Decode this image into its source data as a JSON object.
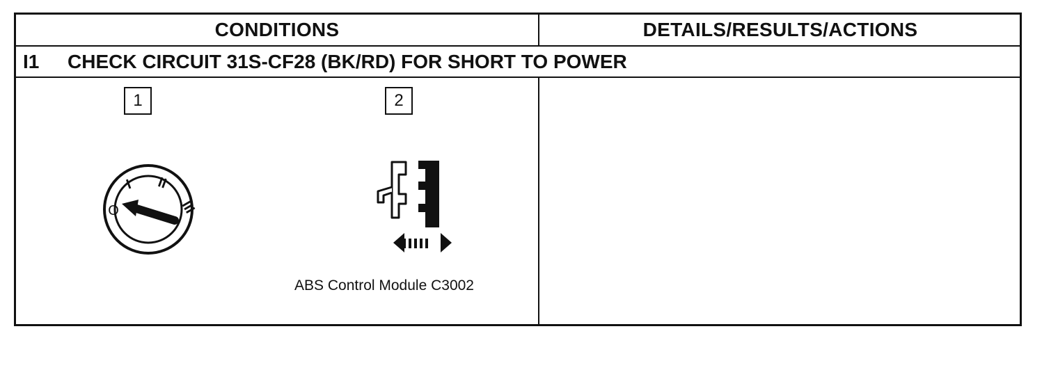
{
  "header": {
    "conditions": "CONDITIONS",
    "details": "DETAILS/RESULTS/ACTIONS"
  },
  "step": {
    "id": "I1",
    "title": "CHECK CIRCUIT 31S-CF28 (BK/RD) FOR SHORT TO POWER"
  },
  "conditions": {
    "items": [
      {
        "number": "1",
        "icon": "ignition-switch-off-icon"
      },
      {
        "number": "2",
        "icon": "disconnect-connector-icon",
        "caption": "ABS Control Module C3002"
      }
    ]
  },
  "switch_labels": {
    "off": "O",
    "pos1": "I",
    "pos2": "II",
    "pos3": "III"
  }
}
